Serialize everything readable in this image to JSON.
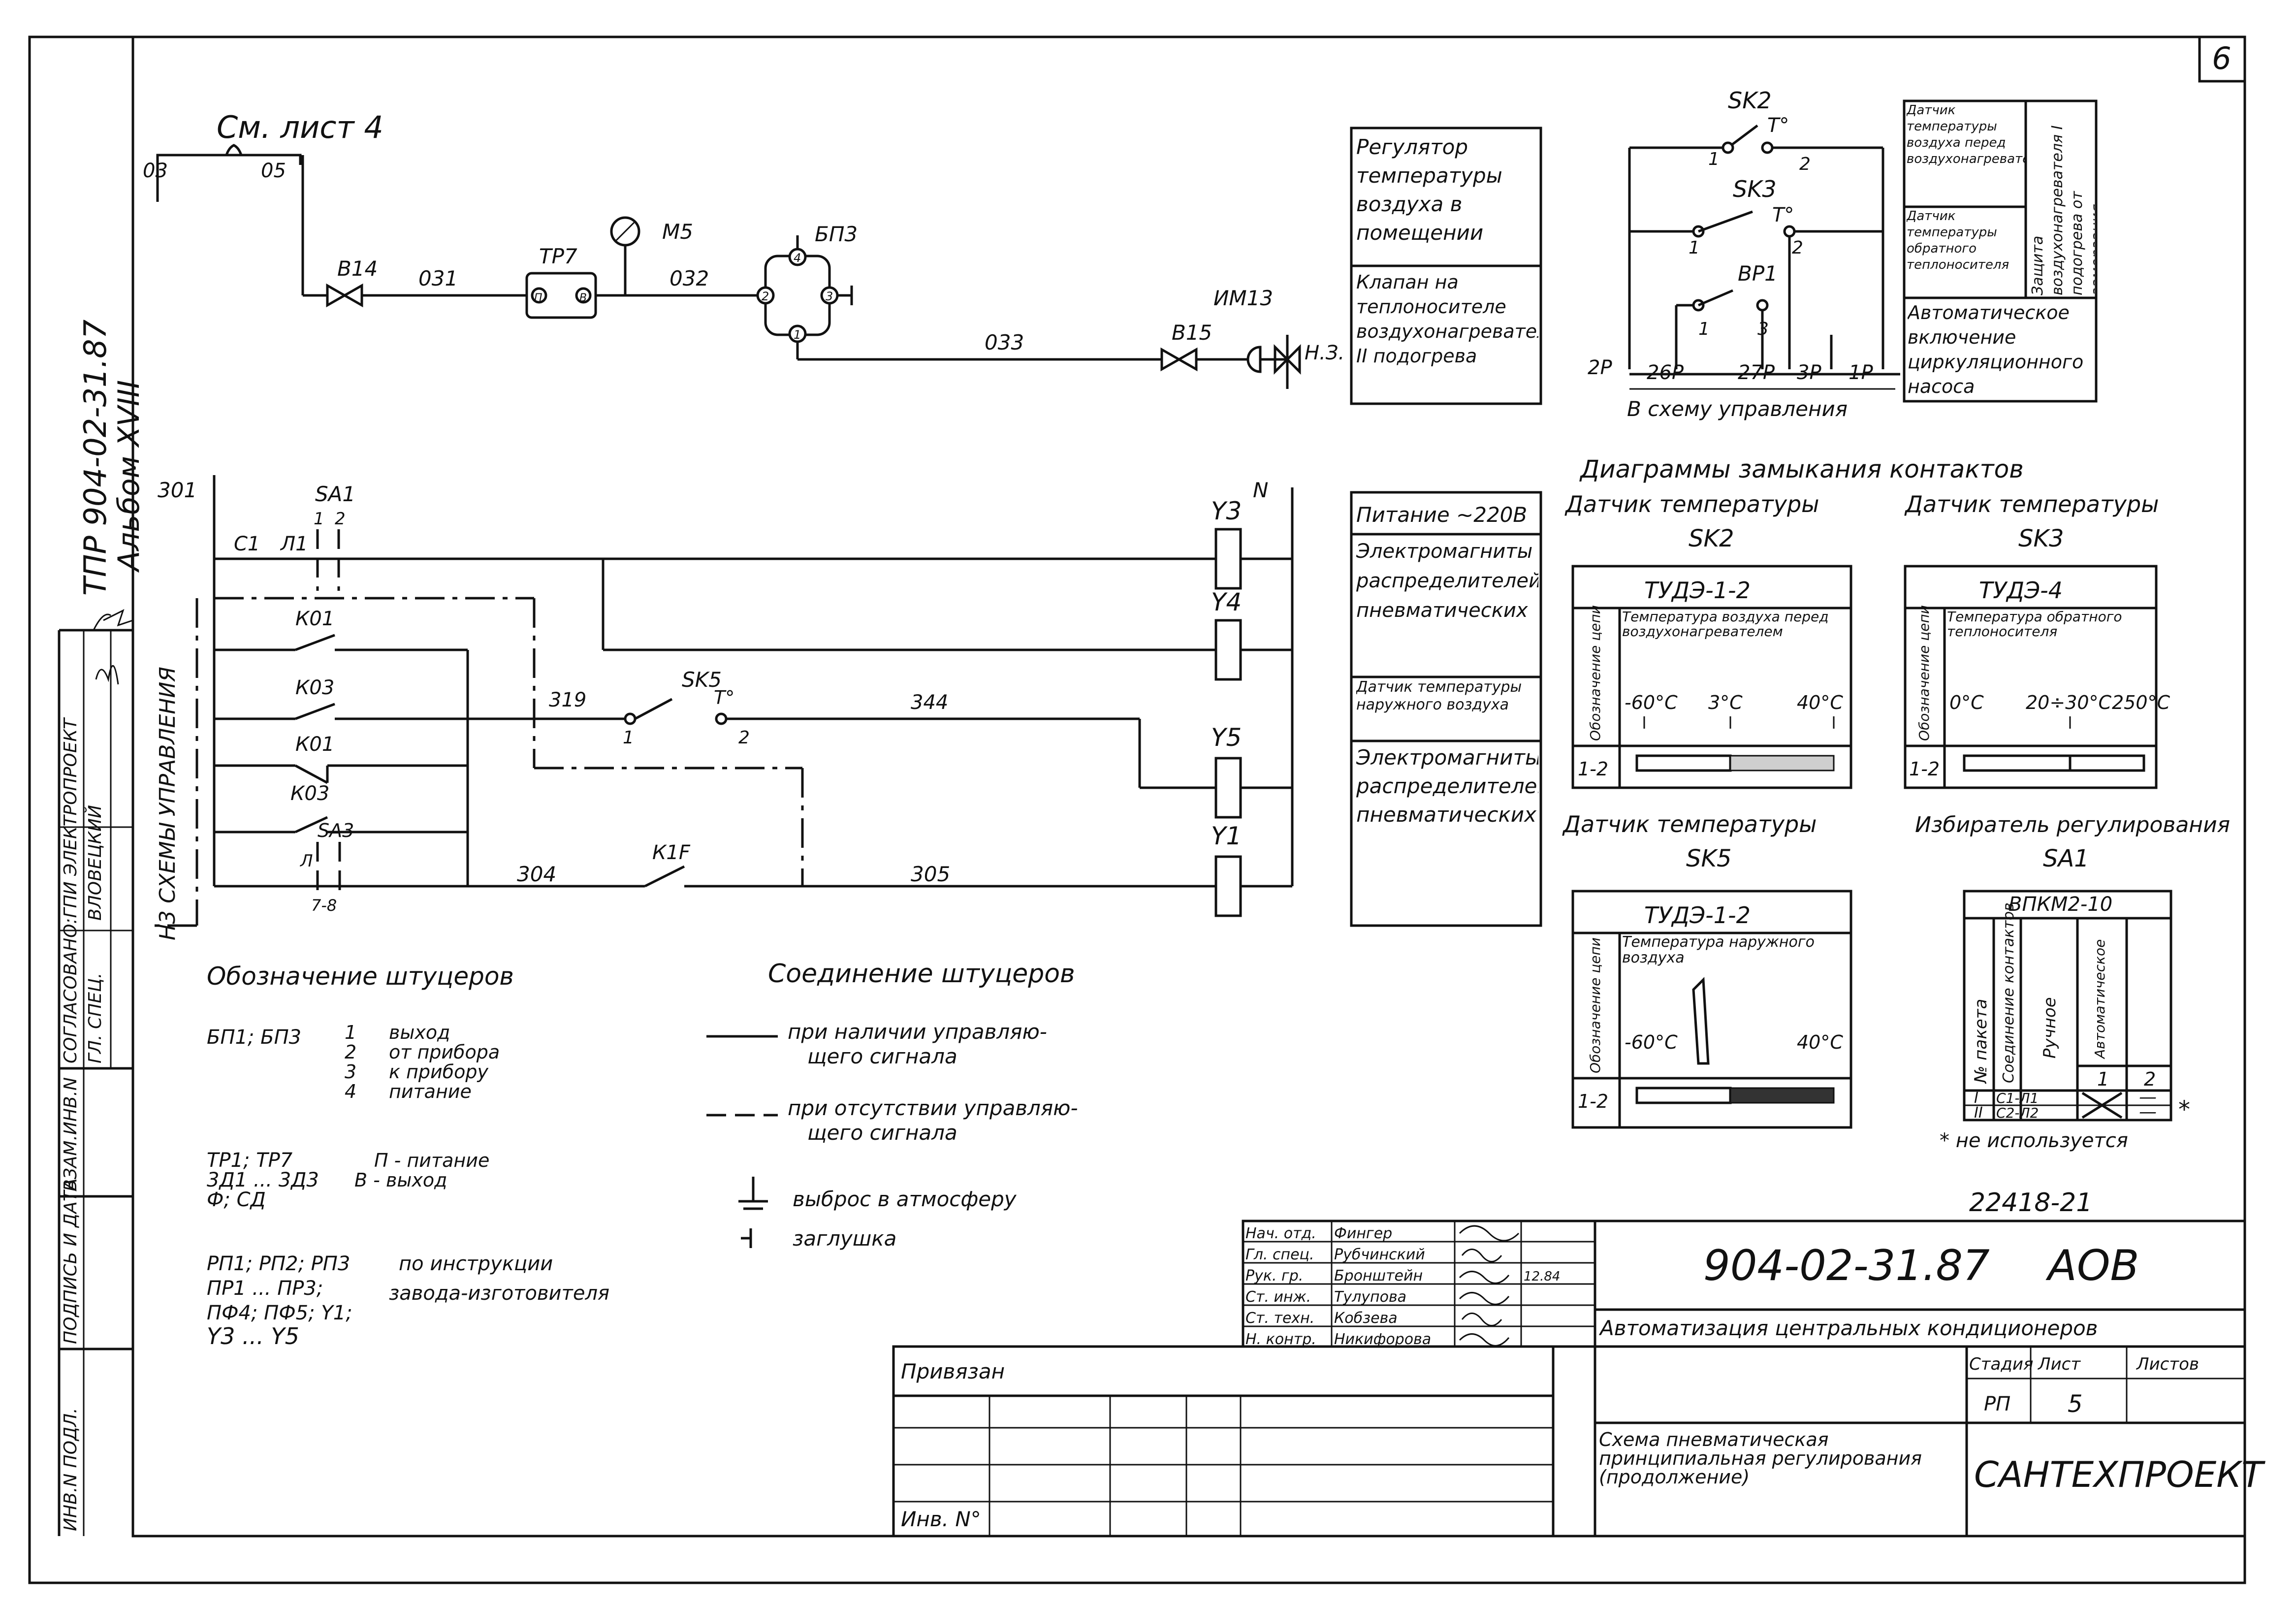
{
  "sheet": {
    "page_number": "6",
    "side_code": "ТПР 904-02-31.87",
    "side_album": "Альбом XVIII",
    "approval_label": "СОГЛАСОВАНО:ГПИ ЭЛЕКТРОПРОЕКТ",
    "approval_rows": [
      {
        "role": "ГЛ. СПЕЦ.",
        "name": "ВЛОВЕЦКИЙ"
      }
    ],
    "side_stamp": [
      "ВЗАМ.ИНВ.N",
      "ПОДПИСЬ И ДАТА",
      "ИНВ.N ПОДЛ."
    ],
    "doc_number": "22418-21"
  },
  "pneumatic": {
    "ref_sheet": "См. лист 4",
    "lines": [
      "03",
      "05",
      "031",
      "032",
      "033"
    ],
    "valves": [
      "В14",
      "В15"
    ],
    "tp": "ТР7",
    "tp_ports": [
      "П",
      "В"
    ],
    "gauge": "М5",
    "bp": "БП3",
    "bp_ports": [
      "1",
      "2",
      "3",
      "4"
    ],
    "actuator": "ИМ13",
    "actuator_state": "Н.З."
  },
  "legend_boxes": [
    "Регулятор температуры воздуха в помещении",
    "Клапан на теплоносителе воздухонагревателя II подогрева"
  ],
  "sensor_switches": {
    "labels": [
      "SK2",
      "SK3",
      "ВР1"
    ],
    "contacts": [
      "1",
      "2",
      "1",
      "2",
      "1",
      "3"
    ],
    "terminals": [
      "2Р",
      "26Р",
      "27Р",
      "3Р",
      "1Р"
    ],
    "to_control": "В схему управления"
  },
  "right_table": {
    "col1": [
      "Датчик температуры воздуха перед воздухонагревателем",
      "Датчик температуры обратного теплоносителя"
    ],
    "col2": "Защита воздухонагревателя I подогрева от замерзания",
    "bottom": "Автоматическое включение циркуляционного насоса"
  },
  "electric": {
    "wires": [
      "301",
      "319",
      "344",
      "304",
      "305"
    ],
    "coils": [
      "Y3",
      "Y4",
      "Y5",
      "Y1"
    ],
    "neutral": "N",
    "c1": "С1",
    "l1": "Л1",
    "sa1": "SA1",
    "sa1_pos": [
      "1",
      "2"
    ],
    "ko": [
      "К01",
      "К03",
      "К01",
      "К03"
    ],
    "sk5": "SK5",
    "sk5_contacts": [
      "1",
      "2"
    ],
    "temp_symbol": "T°",
    "sa3": "SA3",
    "sa3_pos": [
      "Л",
      "7-8"
    ],
    "k1f": "К1F",
    "vertical_label": "Н3 СХЕМЫ УПРАВЛЕНИЯ"
  },
  "electric_legend": [
    "Питание ~220В",
    "Электромагниты распределителей пневматических",
    "Датчик температуры наружного воздуха",
    "Электромагниты распределителей пневматических"
  ],
  "diagrams": {
    "title": "Диаграммы замыкания контактов",
    "sk2": {
      "caption": "Датчик температуры",
      "id": "SK2",
      "model": "ТУДЭ-1-2",
      "param": "Температура воздуха перед воздухонагревателем",
      "temps": [
        "-60°С",
        "3°С",
        "40°С"
      ],
      "row": "1-2",
      "col": "Обозначение цепи"
    },
    "sk3": {
      "caption": "Датчик температуры",
      "id": "SK3",
      "model": "ТУДЭ-4",
      "param": "Температура обратного теплоносителя",
      "temps": [
        "0°С",
        "20÷30°С",
        "250°С"
      ],
      "row": "1-2",
      "col": "Обозначение цепи"
    },
    "sk5": {
      "caption": "Датчик температуры",
      "id": "SK5",
      "model": "ТУДЭ-1-2",
      "param": "Температура наружного воздуха",
      "temps": [
        "-60°С",
        "40°С"
      ],
      "row": "1-2",
      "col": "Обозначение цепи"
    },
    "sa1": {
      "caption": "Избиратель регулирования",
      "id": "SA1",
      "model": "ВПКМ2-10",
      "headers": [
        "№ пакета",
        "Соединение контактов",
        "Ручное",
        "Автоматическое"
      ],
      "positions": [
        "1",
        "2"
      ],
      "rows": [
        {
          "pack": "I",
          "contacts": "С1-Л1",
          "auto": "—"
        },
        {
          "pack": "II",
          "contacts": "С2-Л2",
          "auto": "—"
        }
      ],
      "star": "*",
      "note": "* не используется"
    }
  },
  "legend": {
    "fittings_title": "Обозначение штуцеров",
    "fittings_prefix": "БП1; БП3",
    "fittings": [
      {
        "n": "1",
        "t": "выход"
      },
      {
        "n": "2",
        "t": "от прибора"
      },
      {
        "n": "3",
        "t": "к прибору"
      },
      {
        "n": "4",
        "t": "питание"
      }
    ],
    "tp_lines": [
      "ТР1; ТР7",
      "3Д1 ... 3Д3",
      "Ф; СД"
    ],
    "tp_desc": [
      "П - питание",
      "В - выход"
    ],
    "rp_lines": [
      "РП1; РП2; РП3",
      "ПР1 ... ПР3;",
      "ПФ4; ПФ5; Y1;",
      "Y3 ... Y5"
    ],
    "rp_desc": [
      "по инструкции",
      "завода-изготовителя"
    ],
    "conn_title": "Соединение штуцеров",
    "conn_solid": [
      "при наличии управляю-",
      "щего сигнала"
    ],
    "conn_dashed": [
      "при отсутствии управляю-",
      "щего сигнала"
    ],
    "vent": "выброс в атмосферу",
    "plug": "заглушка"
  },
  "title_block": {
    "code": "904-02-31.87",
    "suffix": "АОВ",
    "subject": "Автоматизация центральных кондиционеров",
    "stage_label": "Стадия",
    "sheet_label": "Лист",
    "sheets_label": "Листов",
    "stage": "РП",
    "sheet": "5",
    "drawing": "Схема пневматическая принципиальная регулирования (продолжение)",
    "org": "САНТЕХПРОЕКТ",
    "bound": "Привязан",
    "inv": "Инв. N°",
    "date": "12.84",
    "people": [
      {
        "role": "Нач. отд.",
        "name": "Фингер"
      },
      {
        "role": "Гл. спец.",
        "name": "Рубчинский"
      },
      {
        "role": "Рук. гр.",
        "name": "Бронштейн"
      },
      {
        "role": "Ст. инж.",
        "name": "Тулупова"
      },
      {
        "role": "Ст. техн.",
        "name": "Кобзева"
      },
      {
        "role": "Н. контр.",
        "name": "Никифорова"
      }
    ]
  }
}
